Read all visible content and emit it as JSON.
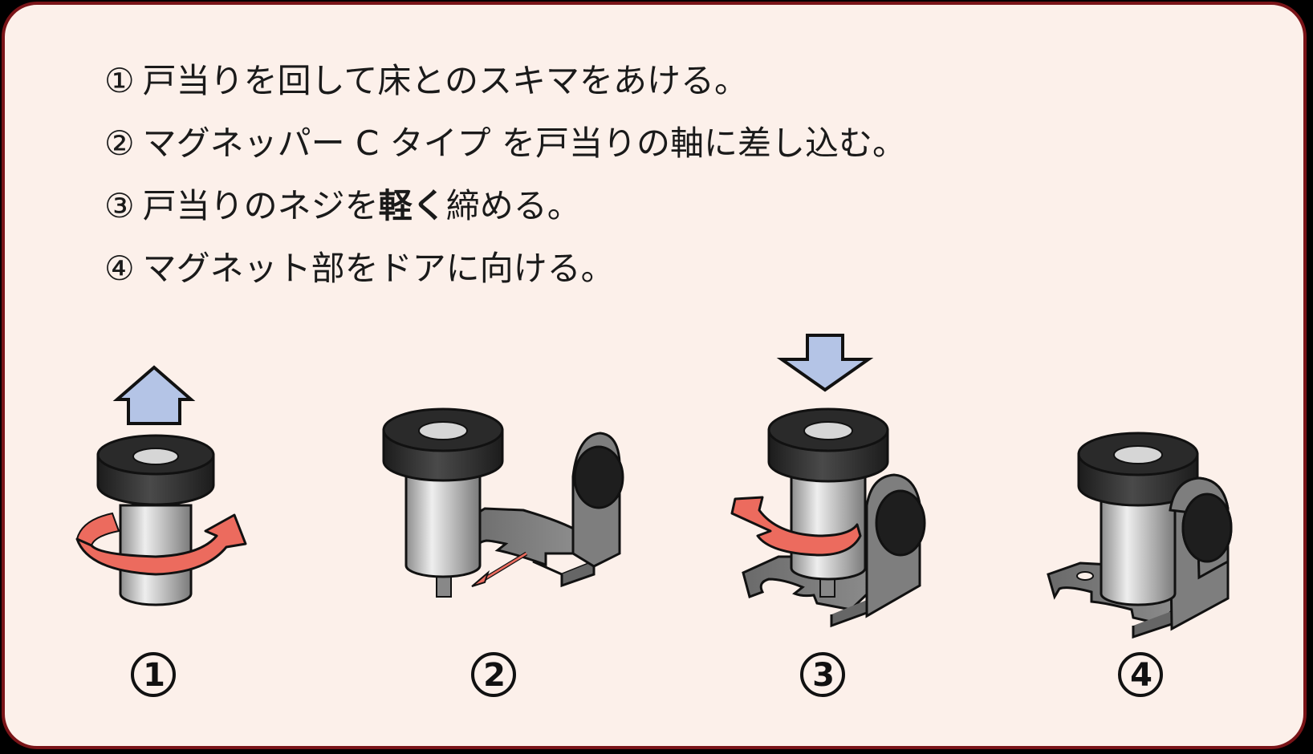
{
  "steps": [
    {
      "num": "①",
      "text": "戸当りを回して床とのスキマをあける。"
    },
    {
      "num": "②",
      "text": "マグネッパー C タイプ を戸当りの軸に差し込む。"
    },
    {
      "num": "③",
      "pre": "戸当りのネジを",
      "bold": "軽く",
      "post": "締める。"
    },
    {
      "num": "④",
      "text": "マグネット部をドアに向ける。"
    }
  ],
  "figures": [
    {
      "caption": "1"
    },
    {
      "caption": "2"
    },
    {
      "caption": "3"
    },
    {
      "caption": "4"
    }
  ],
  "colors": {
    "border": "#7a1418",
    "background": "#fcf0ea",
    "arrow_blue": "#b4c4e6",
    "arrow_red": "#ec6b5e",
    "rubber": "#2a2a2a",
    "bracket": "#7c7c7c"
  }
}
